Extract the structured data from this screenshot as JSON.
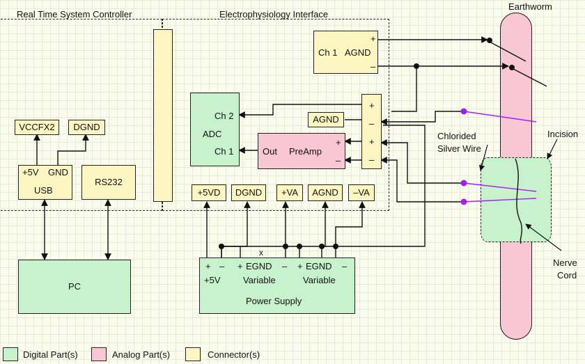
{
  "titles": {
    "rtsc": "Real Time System Controller",
    "ephys": "Electrophysiology Interface",
    "earthworm": "Earthworm"
  },
  "rtsc": {
    "vccfx2": "VCCFX2",
    "dgnd": "DGND",
    "usb_5v": "+5V",
    "usb_gnd": "GND",
    "usb": "USB",
    "rs232": "RS232"
  },
  "ephys": {
    "ch1_label": "Ch 1",
    "ch1_agnd": "AGND",
    "plus": "+",
    "minus": "–",
    "adc_ch2": "Ch 2",
    "adc": "ADC",
    "adc_ch1": "Ch 1",
    "agnd": "AGND",
    "out": "Out",
    "preamp": "PreAmp"
  },
  "rails": [
    "+5VD",
    "DGND",
    "+VA",
    "AGND",
    "–VA"
  ],
  "pc": "PC",
  "power": {
    "title": "Power Supply",
    "row1": [
      "+",
      "–",
      "+",
      "EGND",
      "–",
      "+",
      "EGND",
      "–"
    ],
    "row2": [
      "+5V",
      "Variable",
      "Variable"
    ]
  },
  "labels": {
    "chlorided": "Chlorided",
    "silver_wire": "Silver Wire",
    "incision": "Incision",
    "nerve": "Nerve",
    "cord": "Cord",
    "x_mark": "x"
  },
  "legend": [
    "Digital Part(s)",
    "Analog Part(s)",
    "Connector(s)"
  ],
  "colors": {
    "digital": "#c8f2cc",
    "analog": "#f9c7d3",
    "connector": "#fdf6c2",
    "electrode": "#a020f0",
    "wire": "#111111"
  }
}
